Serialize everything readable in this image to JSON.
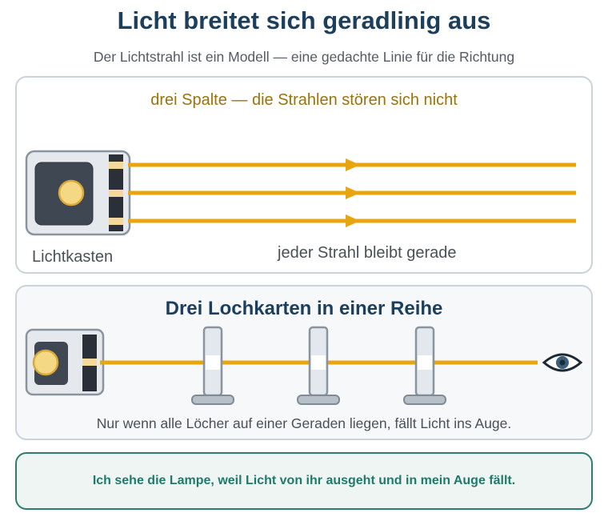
{
  "header": {
    "title": "Licht breitet sich geradlinig aus",
    "subtitle": "Der Lichtstrahl ist ein Modell — eine gedachte Linie für die Richtung"
  },
  "slit_panel": {
    "heading": "drei Spalte — die Strahlen stören sich nicht",
    "source_label": "Lichtkasten",
    "ray_label": "jeder Strahl bleibt gerade",
    "ray_count": 3
  },
  "pinhole_panel": {
    "heading": "Drei Lochkarten in einer Reihe",
    "caption": "Nur wenn alle Löcher auf einer Geraden liegen, fällt Licht ins Auge.",
    "card_count": 3
  },
  "conclusion": {
    "text": "Ich sehe die Lampe, weil Licht von ihr ausgeht und in mein Auge fällt."
  },
  "colors": {
    "ray": "#e8a50e",
    "title": "#1d3f5e",
    "accent_text": "#9c7209",
    "conclusion_border": "#2a7d6f",
    "conclusion_text": "#1f7a6c"
  },
  "icons": [
    "light-box-icon",
    "pinhole-card-icon",
    "eye-icon"
  ]
}
